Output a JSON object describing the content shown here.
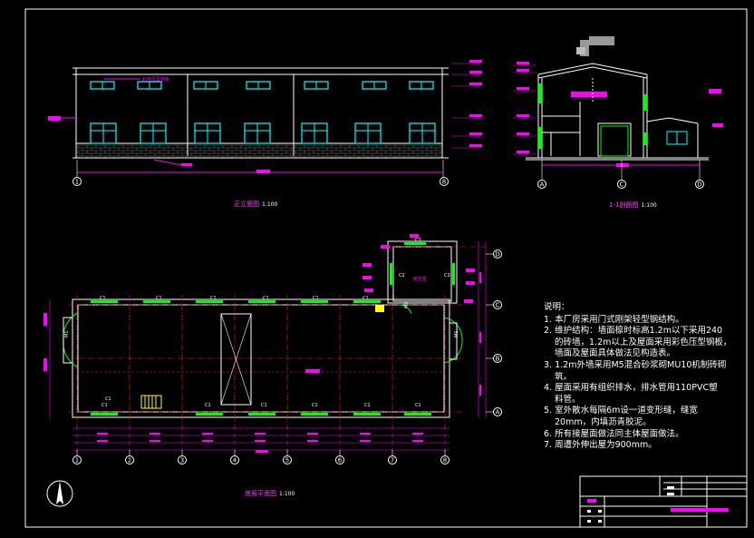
{
  "drawing": {
    "front_elevation": {
      "title": "正立面图",
      "scale": "1:100"
    },
    "section": {
      "title": "1-1剖面图",
      "scale": "1:100"
    },
    "floor_plan": {
      "title": "底层平面图",
      "scale": "1:100"
    },
    "plan_axes_numbers": [
      "1",
      "2",
      "3",
      "4",
      "5",
      "6",
      "7",
      "8"
    ],
    "plan_axes_letters": [
      "A",
      "B",
      "C",
      "D"
    ],
    "elevation_axes": [
      "1",
      "8"
    ],
    "section_axes": [
      "A",
      "C",
      "D"
    ],
    "window_tags": [
      "C1",
      "C1",
      "C1",
      "C1",
      "C1",
      "C1",
      "C1",
      "C1",
      "C1",
      "C1",
      "C1",
      "C1",
      "C1",
      "C2",
      "C3",
      "C3"
    ],
    "door_tags": [
      "M1",
      "M1",
      "M2"
    ],
    "room_label": "休息室"
  },
  "notes": {
    "heading": "说明：",
    "items": [
      "1. 本厂房采用门式刚架轻型钢结构。",
      "2. 维护结构：墙面檩时标高1.2m以下采用240",
      "的砖墙，1.2m以上及屋面采用彩色压型钢板，",
      "墙面及屋面具体做法见构造表。",
      "3. 1.2m外墙采用M5混合砂浆砌MU10机制砖砌",
      "筑。",
      "4. 屋面采用有组织排水，排水管用110PVC塑",
      "料管。",
      "5. 室外散水每隔6m设一道变形缝，缝宽",
      "20mm，内填沥青胶泥。",
      "6. 所有接屋面做法同主体屋面做法。",
      "7. 周遭外伸出屋为900mm。"
    ]
  },
  "colors": {
    "background": "#000000",
    "linework": "#ffffff",
    "dimension": "#ff00ff",
    "window": "#00ffff",
    "axis": "#ff2020",
    "glazing": "#00ff00",
    "accent": "#ffff00"
  }
}
